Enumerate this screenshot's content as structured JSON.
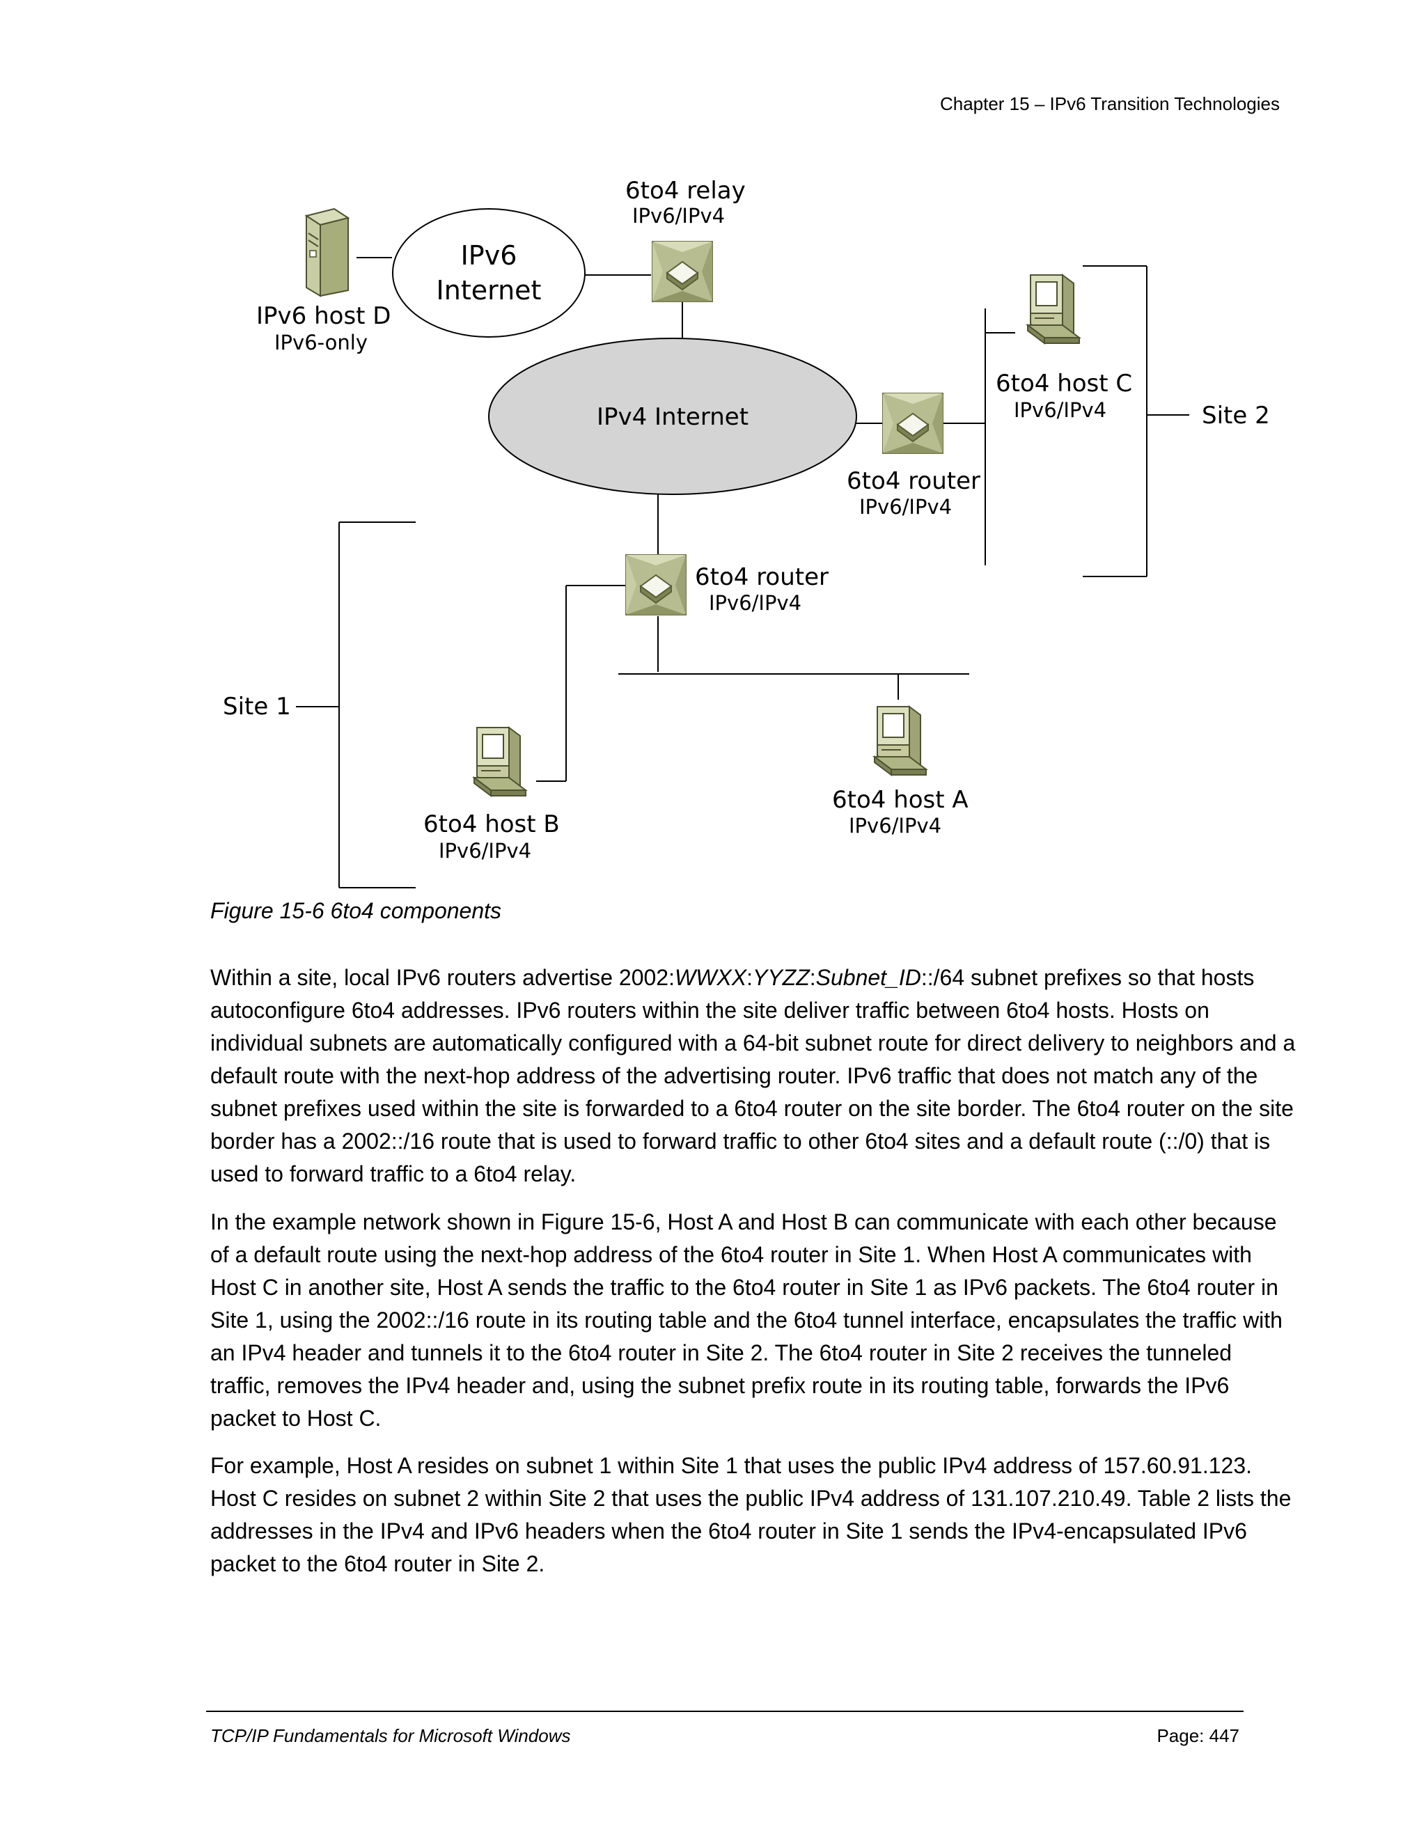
{
  "header": {
    "chapter": "Chapter 15 – IPv6 Transition Technologies"
  },
  "diagram": {
    "ipv6_internet": [
      "IPv6",
      "Internet"
    ],
    "ipv4_internet": "IPv4 Internet",
    "relay": {
      "name": "6to4 relay",
      "type": "IPv6/IPv4"
    },
    "host_d": {
      "name": "IPv6 host D",
      "type": "IPv6-only"
    },
    "router_site2": {
      "name": "6to4 router",
      "type": "IPv6/IPv4"
    },
    "host_c": {
      "name": "6to4 host C",
      "type": "IPv6/IPv4"
    },
    "site2": "Site 2",
    "router_site1": {
      "name": "6to4 router",
      "type": "IPv6/IPv4"
    },
    "site1": "Site 1",
    "host_a": {
      "name": "6to4 host A",
      "type": "IPv6/IPv4"
    },
    "host_b": {
      "name": "6to4 host B",
      "type": "IPv6/IPv4"
    }
  },
  "caption": "Figure 15-6  6to4 components",
  "paragraph1": {
    "p1": "Within a site, local IPv6 routers advertise 2002:",
    "i1": "WWXX",
    "p2": ":",
    "i2": "YYZZ",
    "p3": ":",
    "i3": "Subnet_ID",
    "p4": "::/64 subnet prefixes so that hosts autoconfigure 6to4 addresses. IPv6 routers within the site deliver traffic between 6to4 hosts. Hosts on individual subnets are automatically configured with a 64-bit subnet route for direct delivery to neighbors and a default route with the next-hop address of the advertising router. IPv6 traffic that does not match any of the subnet prefixes used within the site is forwarded to a 6to4 router on the site border. The 6to4 router on the site border has a 2002::/16 route that is used to forward traffic to other 6to4 sites and a default route (::/0) that is used to forward traffic to a 6to4 relay."
  },
  "paragraph2": "In the example network shown in Figure 15-6, Host A and Host B can communicate with each other because of a default route using the next-hop address of the 6to4 router in Site 1. When Host A communicates with Host C in another site, Host A sends the traffic to the 6to4 router in Site 1 as IPv6 packets. The 6to4 router in Site 1, using the 2002::/16 route in its routing table and the 6to4 tunnel interface, encapsulates the traffic with an IPv4 header and tunnels it to the 6to4 router in Site 2. The 6to4 router in Site 2 receives the tunneled traffic, removes the IPv4 header and, using the subnet prefix route in its routing table, forwards the IPv6 packet to Host C.",
  "paragraph3": "For example, Host A resides on subnet 1 within Site 1 that uses the public IPv4 address of 157.60.91.123. Host C resides on subnet 2 within Site 2 that uses the public IPv4 address of 131.107.210.49. Table 2 lists the addresses in the IPv4 and IPv6 headers when the 6to4 router in Site 1 sends the IPv4-encapsulated IPv6 packet to the 6to4 router in Site 2.",
  "footer": {
    "title": "TCP/IP Fundamentals for Microsoft Windows",
    "page": "Page: 447"
  }
}
